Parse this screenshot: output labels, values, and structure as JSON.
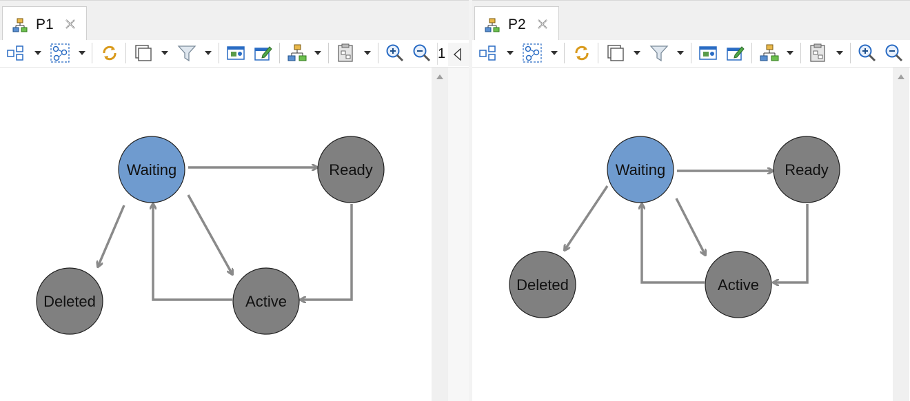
{
  "panes": [
    {
      "tab": {
        "title": "P1",
        "icon": "hierarchy-icon",
        "close_icon": "close-icon"
      },
      "overflow_text": "1",
      "graph": {
        "nodes": [
          {
            "id": "waiting",
            "label": "Waiting",
            "color": "#6f9bcf"
          },
          {
            "id": "ready",
            "label": "Ready",
            "color": "#808080"
          },
          {
            "id": "deleted",
            "label": "Deleted",
            "color": "#808080"
          },
          {
            "id": "active",
            "label": "Active",
            "color": "#808080"
          }
        ],
        "edges": [
          {
            "from": "waiting",
            "to": "ready"
          },
          {
            "from": "waiting",
            "to": "deleted"
          },
          {
            "from": "waiting",
            "to": "active"
          },
          {
            "from": "ready",
            "to": "active"
          },
          {
            "from": "active",
            "to": "waiting"
          }
        ]
      }
    },
    {
      "tab": {
        "title": "P2",
        "icon": "hierarchy-icon",
        "close_icon": "close-icon"
      },
      "graph": {
        "nodes": [
          {
            "id": "waiting",
            "label": "Waiting",
            "color": "#6f9bcf"
          },
          {
            "id": "ready",
            "label": "Ready",
            "color": "#808080"
          },
          {
            "id": "deleted",
            "label": "Deleted",
            "color": "#808080"
          },
          {
            "id": "active",
            "label": "Active",
            "color": "#808080"
          }
        ],
        "edges": [
          {
            "from": "waiting",
            "to": "ready"
          },
          {
            "from": "waiting",
            "to": "deleted"
          },
          {
            "from": "waiting",
            "to": "active"
          },
          {
            "from": "ready",
            "to": "active"
          },
          {
            "from": "active",
            "to": "waiting"
          }
        ]
      }
    }
  ],
  "toolbar_icons": [
    "node-layout-icon",
    "select-graph-icon",
    "refresh-icon",
    "copy-view-icon",
    "filter-icon",
    "export-image-icon",
    "edit-icon",
    "tree-layout-icon",
    "clipboard-icon",
    "zoom-in-icon",
    "zoom-out-icon"
  ],
  "colors": {
    "edge": "#8a8a8a",
    "selected_node": "#6f9bcf",
    "node": "#808080"
  }
}
